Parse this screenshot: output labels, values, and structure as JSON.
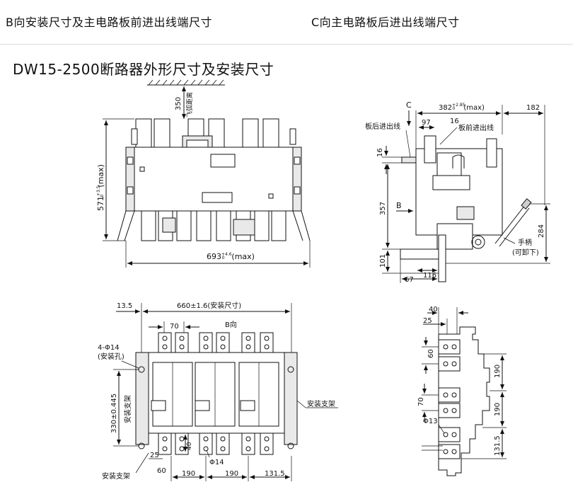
{
  "header": {
    "left": "B向安装尺寸及主电路板前进出线端尺寸",
    "right": "C向主电路板后进出线端尺寸"
  },
  "title": "DW15-2500断路器外形尺寸及安装尺寸",
  "front_view": {
    "arc_label": "飞弧距离",
    "arc_value": "350",
    "height": "571",
    "height_tol": "+3.5",
    "height_tol_lo": "0",
    "height_suffix": "(max)",
    "width": "693",
    "width_tol": "+4.6",
    "width_tol_lo": "0",
    "width_suffix": "(max)"
  },
  "side_view": {
    "c_label": "C",
    "depth": "382",
    "depth_tol": "+2.85",
    "depth_tol_lo": "0",
    "depth_suffix": "(max)",
    "right_dim": "182",
    "rear_label": "板后进出线",
    "front_label": "板前进出线",
    "d97": "97",
    "d16_top": "16",
    "d16_left": "16",
    "d357": "357",
    "b_label": "B",
    "d284": "284",
    "handle_label": "手柄",
    "handle_note": "(可卸下)",
    "d101": "101",
    "d116": "116",
    "d67": "67"
  },
  "b_view": {
    "d13_5": "13.5",
    "mount_width": "660±1.6(安装尺寸)",
    "d70": "70",
    "b_dir": "B向",
    "holes": "4-Φ14",
    "holes_note": "(安装孔)",
    "vert_dim": "330±0.445",
    "vert_note": "安装支架",
    "right_bracket": "安装支架",
    "d40": "40",
    "d25": "25",
    "phi14": "Φ14",
    "bottom_bracket": "安装支架",
    "d60": "60",
    "d190a": "190",
    "d190b": "190",
    "d131_5": "131.5"
  },
  "c_view": {
    "d40": "40",
    "d25": "25",
    "d60": "60",
    "d190a": "190",
    "d70": "70",
    "d190b": "190",
    "phi13": "Φ13",
    "d131_5": "131.5"
  }
}
